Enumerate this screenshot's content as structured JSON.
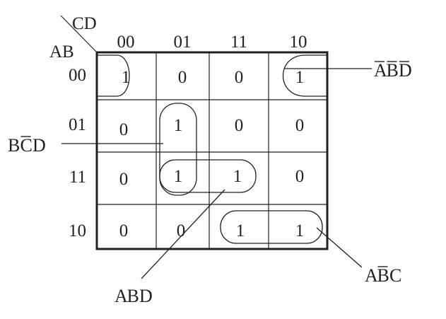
{
  "axis": {
    "col_var": "CD",
    "row_var": "AB"
  },
  "col_headers": [
    "00",
    "01",
    "11",
    "10"
  ],
  "row_headers": [
    "00",
    "01",
    "11",
    "10"
  ],
  "cells": [
    [
      "1",
      "0",
      "0",
      "1"
    ],
    [
      "0",
      "1",
      "0",
      "0"
    ],
    [
      "0",
      "1",
      "1",
      "0"
    ],
    [
      "0",
      "0",
      "1",
      "1"
    ]
  ],
  "groups": [
    {
      "term": [
        "A",
        "B",
        "D"
      ],
      "overbar": [
        true,
        true,
        true
      ],
      "cells": [
        [
          0,
          0
        ],
        [
          0,
          3
        ]
      ]
    },
    {
      "term": [
        "B",
        "C",
        "D"
      ],
      "overbar": [
        false,
        true,
        false
      ],
      "cells": [
        [
          1,
          1
        ],
        [
          2,
          1
        ]
      ]
    },
    {
      "term": [
        "A",
        "B",
        "D"
      ],
      "overbar": [
        false,
        false,
        false
      ],
      "cells": [
        [
          2,
          1
        ],
        [
          2,
          2
        ]
      ]
    },
    {
      "term": [
        "A",
        "B",
        "C"
      ],
      "overbar": [
        false,
        true,
        false
      ],
      "cells": [
        [
          3,
          2
        ],
        [
          3,
          3
        ]
      ]
    }
  ]
}
